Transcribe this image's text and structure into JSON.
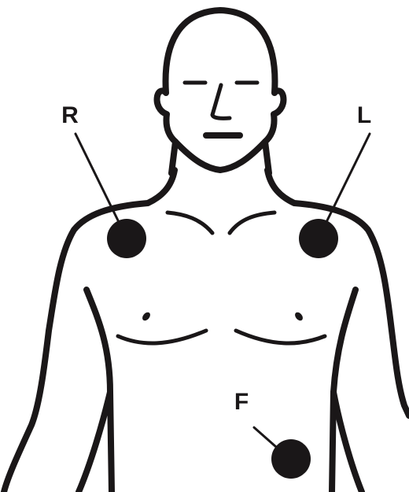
{
  "electrodes": {
    "right_arm": {
      "label": "R"
    },
    "left_arm": {
      "label": "L"
    },
    "foot": {
      "label": "F"
    }
  },
  "colors": {
    "ink": "#1a1718",
    "background": "#ffffff"
  }
}
